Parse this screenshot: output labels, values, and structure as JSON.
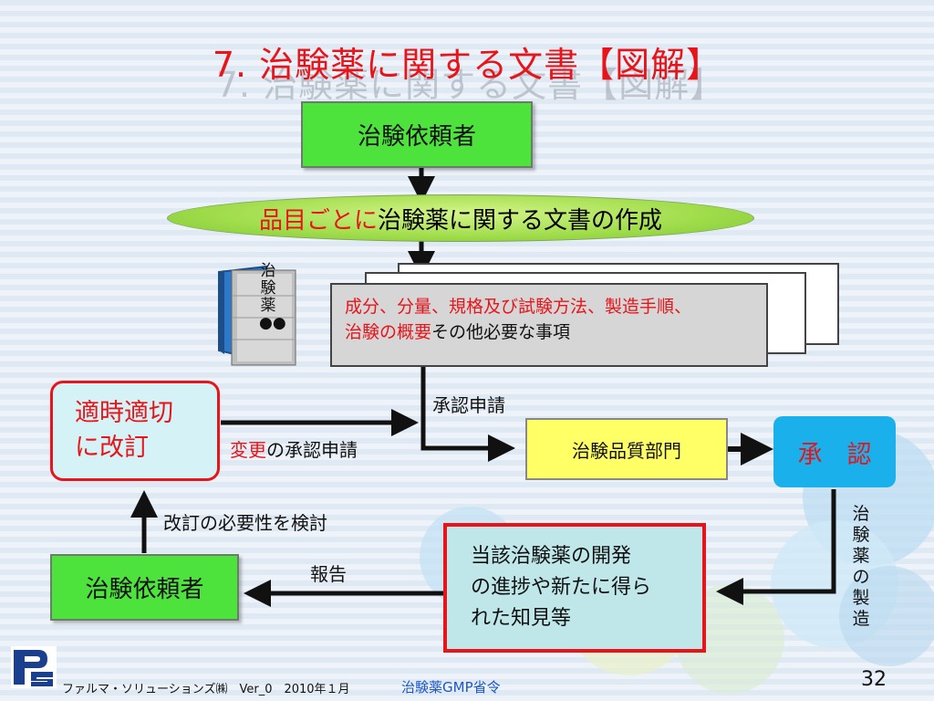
{
  "title": "7. 治験薬に関する文書【図解】",
  "nodes": {
    "sponsor_top": "治験依頼者",
    "ellipse_red": "品目ごとに",
    "ellipse_black": "治験薬に関する文書の作成",
    "binder_label": "治験薬●●",
    "doc_line1": "成分、分量、規格及び試験方法、製造手順、",
    "doc_line2_red": "治験の概要",
    "doc_line2_black": "その他必要な事項",
    "revise_line1": "適時適切",
    "revise_line2": "に改訂",
    "qa_dept": "治験品質部門",
    "approval": "承　認",
    "findings_line1": "当該治験薬の開発",
    "findings_line2": "の進捗や新たに得ら",
    "findings_line3": "れた知見等",
    "sponsor_bottom": "治験依頼者"
  },
  "labels": {
    "approval_request": "承認申請",
    "change_red": "変更",
    "change_black": "の承認申請",
    "review_need": "改訂の必要性を検討",
    "report": "報告",
    "manufacture": "治験薬の製造"
  },
  "footer": {
    "company": "ファルマ・ソリューションズ㈱　Ver_0　2010年１月",
    "center": "治験薬GMP省令",
    "page": "32"
  },
  "colors": {
    "title": "#e8141a",
    "green_box": "#4ee33c",
    "revise_box": "#d5f3f6",
    "revise_border": "#e8141a",
    "qa_box": "#ffff66",
    "approval_box": "#1ab0ec",
    "findings_box": "#bfe6e9"
  }
}
